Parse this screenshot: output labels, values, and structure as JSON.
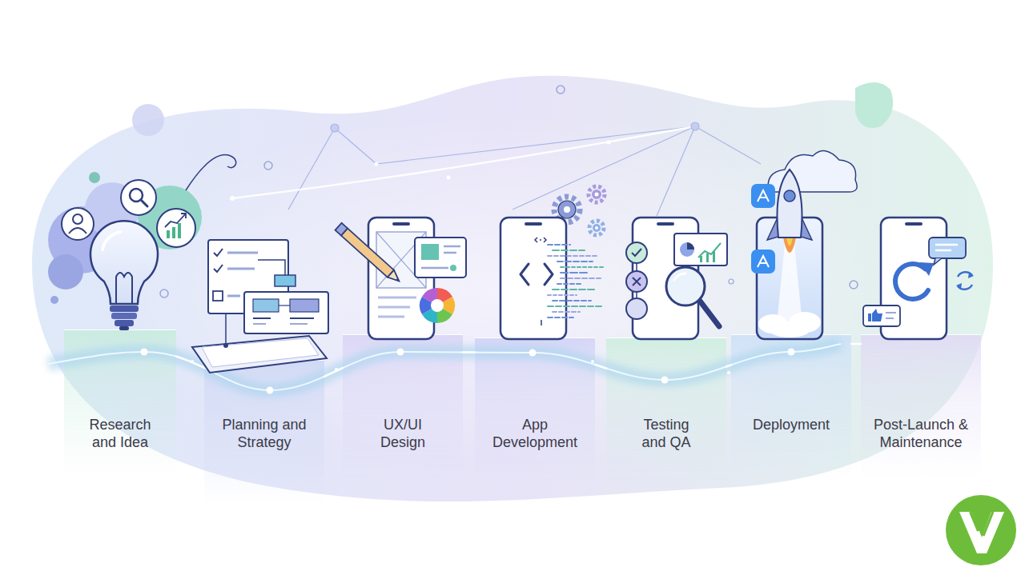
{
  "diagram": {
    "nodes": [
      {
        "text": [
          "Research and Idea"
        ]
      },
      {
        "text": [
          "Planning and Strategy"
        ]
      },
      {
        "text": [
          "UX/UI Design"
        ]
      },
      {
        "text": [
          "App Development"
        ]
      },
      {
        "text": [
          "Testing and QA"
        ]
      },
      {
        "text": [
          "Deployment"
        ]
      },
      {
        "text": [
          "Post-Launch & Maintenance"
        ]
      }
    ],
    "edges": [
      {
        "from": 0,
        "to": 1,
        "arrow": "none"
      },
      {
        "from": 1,
        "to": 2,
        "arrow": "none"
      },
      {
        "from": 2,
        "to": 3,
        "arrow": "none"
      },
      {
        "from": 3,
        "to": 4,
        "arrow": "none"
      },
      {
        "from": 4,
        "to": 5,
        "arrow": "none"
      },
      {
        "from": 5,
        "to": 6,
        "arrow": "none"
      }
    ]
  }
}
